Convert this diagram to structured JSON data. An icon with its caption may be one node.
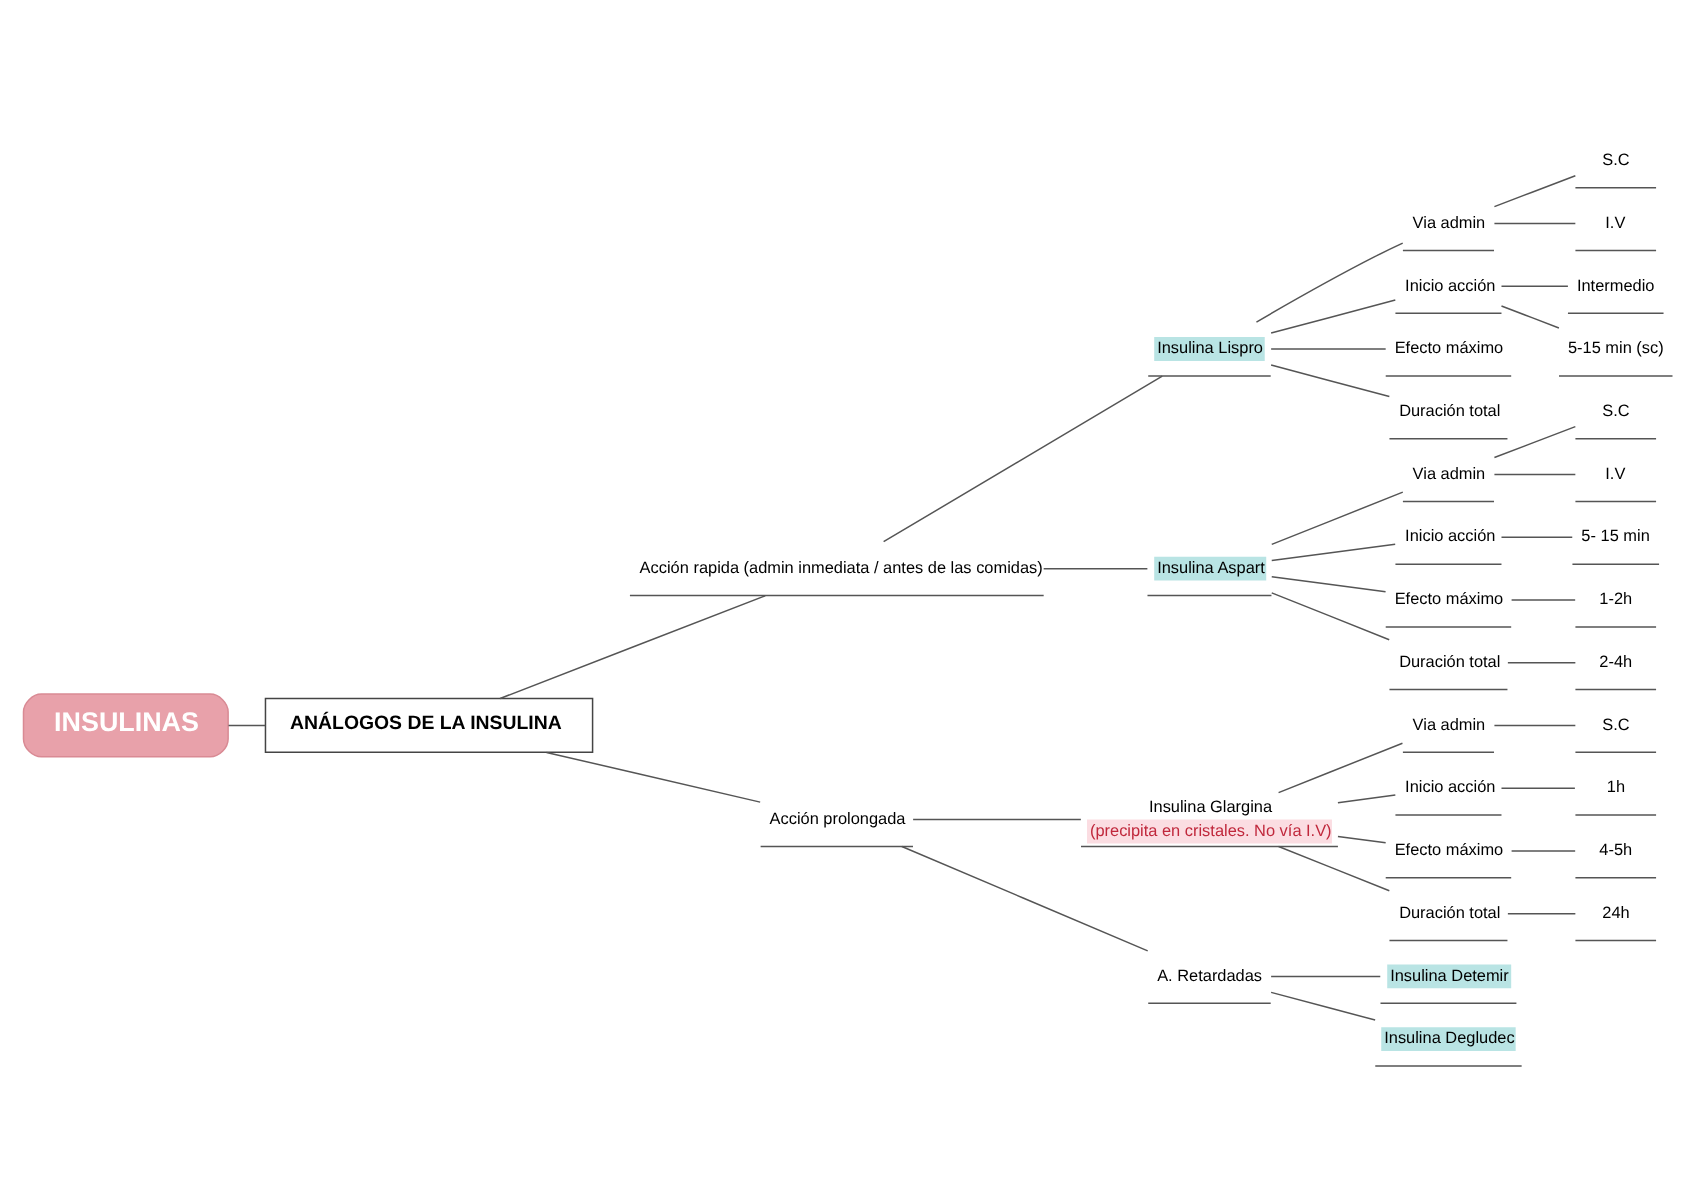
{
  "diagram": {
    "nodes": [
      {
        "text": [
          "INSULINAS"
        ]
      },
      {
        "text": [
          "ANÁLOGOS DE LA INSULINA"
        ]
      },
      {
        "text": [
          "Acción rapida (admin inmediata / antes de las comidas)"
        ]
      },
      {
        "text": [
          "Insulina Lispro"
        ]
      },
      {
        "text": [
          "Via admin"
        ]
      },
      {
        "text": [
          "S.C"
        ]
      },
      {
        "text": [
          "I.V"
        ]
      },
      {
        "text": [
          "Inicio acción"
        ]
      },
      {
        "text": [
          "Intermedio"
        ]
      },
      {
        "text": [
          "5-15 min (sc)"
        ]
      },
      {
        "text": [
          "Efecto máximo"
        ]
      },
      {
        "text": [
          "Duración total"
        ]
      },
      {
        "text": [
          "Insulina Aspart"
        ]
      },
      {
        "text": [
          "Via admin"
        ]
      },
      {
        "text": [
          "S.C"
        ]
      },
      {
        "text": [
          "I.V"
        ]
      },
      {
        "text": [
          "Inicio acción"
        ]
      },
      {
        "text": [
          "5- 15 min"
        ]
      },
      {
        "text": [
          "Efecto máximo"
        ]
      },
      {
        "text": [
          "1-2h"
        ]
      },
      {
        "text": [
          "Duración total"
        ]
      },
      {
        "text": [
          "2-4h"
        ]
      },
      {
        "text": [
          "Acción prolongada"
        ]
      },
      {
        "text": [
          "Insulina Glargina",
          "(precipita en cristales. No vía I.V)"
        ]
      },
      {
        "text": [
          "Via admin"
        ]
      },
      {
        "text": [
          "S.C"
        ]
      },
      {
        "text": [
          "Inicio acción"
        ]
      },
      {
        "text": [
          "1h"
        ]
      },
      {
        "text": [
          "Efecto máximo"
        ]
      },
      {
        "text": [
          "4-5h"
        ]
      },
      {
        "text": [
          "Duración total"
        ]
      },
      {
        "text": [
          "24h"
        ]
      },
      {
        "text": [
          "A. Retardadas"
        ]
      },
      {
        "text": [
          "Insulina Detemir"
        ]
      },
      {
        "text": [
          "Insulina Degludec"
        ]
      }
    ],
    "edges": [
      {
        "from": 0,
        "to": 1,
        "arrow": "none"
      },
      {
        "from": 1,
        "to": 2,
        "arrow": "none"
      },
      {
        "from": 2,
        "to": 3,
        "arrow": "none"
      },
      {
        "from": 3,
        "to": 4,
        "arrow": "none"
      },
      {
        "from": 4,
        "to": 5,
        "arrow": "none"
      },
      {
        "from": 4,
        "to": 6,
        "arrow": "none"
      },
      {
        "from": 3,
        "to": 7,
        "arrow": "none"
      },
      {
        "from": 7,
        "to": 8,
        "arrow": "none"
      },
      {
        "from": 7,
        "to": 9,
        "arrow": "none"
      },
      {
        "from": 3,
        "to": 10,
        "arrow": "none"
      },
      {
        "from": 3,
        "to": 11,
        "arrow": "none"
      },
      {
        "from": 2,
        "to": 12,
        "arrow": "none"
      },
      {
        "from": 12,
        "to": 13,
        "arrow": "none"
      },
      {
        "from": 13,
        "to": 14,
        "arrow": "none"
      },
      {
        "from": 13,
        "to": 15,
        "arrow": "none"
      },
      {
        "from": 12,
        "to": 16,
        "arrow": "none"
      },
      {
        "from": 16,
        "to": 17,
        "arrow": "none"
      },
      {
        "from": 12,
        "to": 18,
        "arrow": "none"
      },
      {
        "from": 18,
        "to": 19,
        "arrow": "none"
      },
      {
        "from": 12,
        "to": 20,
        "arrow": "none"
      },
      {
        "from": 20,
        "to": 21,
        "arrow": "none"
      },
      {
        "from": 1,
        "to": 22,
        "arrow": "none"
      },
      {
        "from": 22,
        "to": 23,
        "arrow": "none"
      },
      {
        "from": 23,
        "to": 24,
        "arrow": "none"
      },
      {
        "from": 24,
        "to": 25,
        "arrow": "none"
      },
      {
        "from": 23,
        "to": 26,
        "arrow": "none"
      },
      {
        "from": 26,
        "to": 27,
        "arrow": "none"
      },
      {
        "from": 23,
        "to": 28,
        "arrow": "none"
      },
      {
        "from": 28,
        "to": 29,
        "arrow": "none"
      },
      {
        "from": 23,
        "to": 30,
        "arrow": "none"
      },
      {
        "from": 30,
        "to": 31,
        "arrow": "none"
      },
      {
        "from": 22,
        "to": 32,
        "arrow": "none"
      },
      {
        "from": 32,
        "to": 33,
        "arrow": "none"
      },
      {
        "from": 32,
        "to": 34,
        "arrow": "none"
      }
    ]
  }
}
